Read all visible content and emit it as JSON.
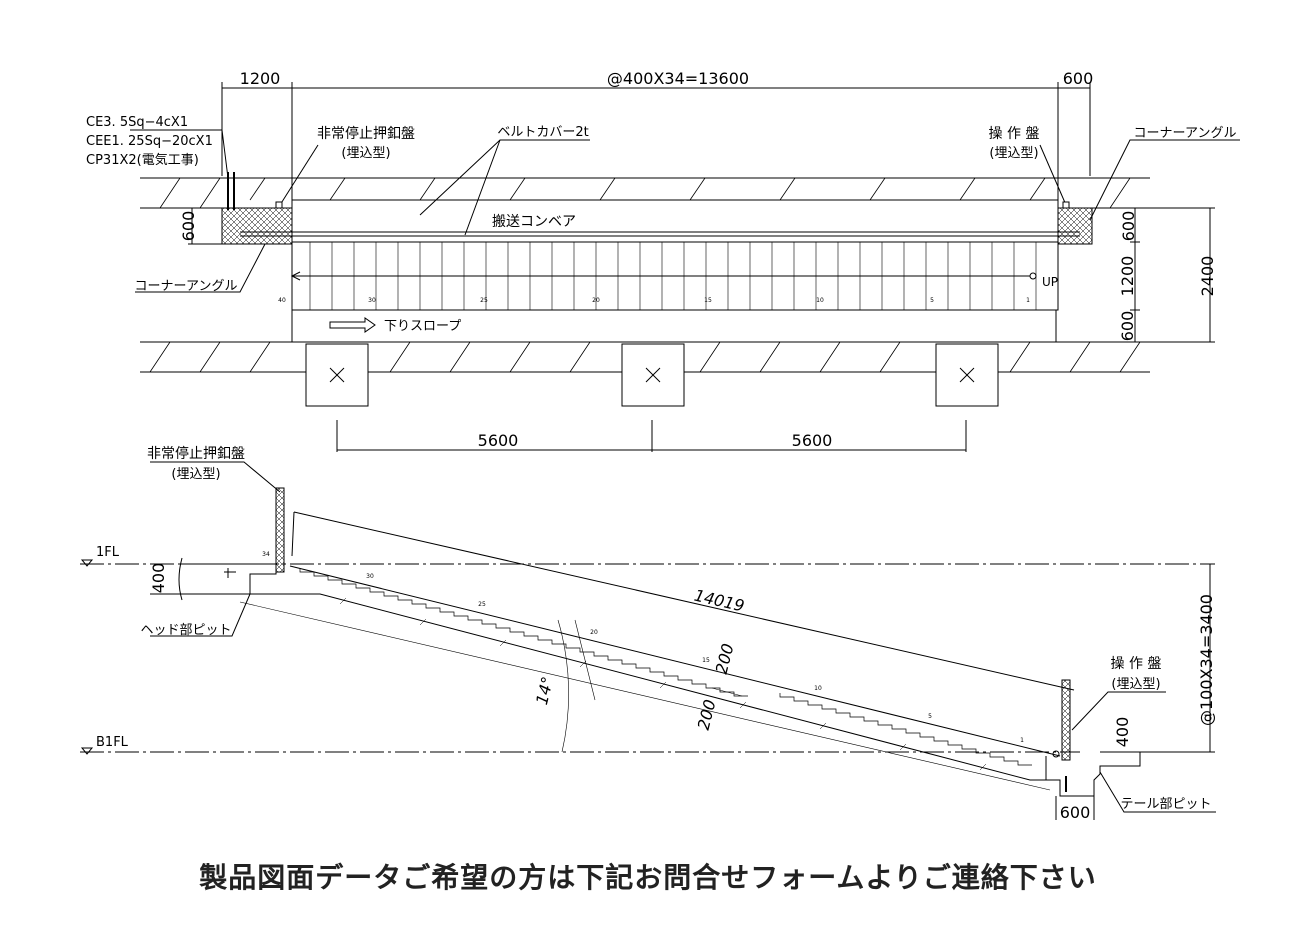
{
  "plan": {
    "dim_left": "1200",
    "dim_top": "@400X34=13600",
    "dim_right": "600",
    "cable_spec": [
      "CE3. 5Sq−4cX1",
      "CEE1. 25Sq−20cX1",
      "CP31X2(電気工事)"
    ],
    "emergency_label": "非常停止押釦盤",
    "emergency_sub": "(埋込型)",
    "belt_cover_label": "ベルトカバー2t",
    "control_label": "操 作 盤",
    "control_sub": "(埋込型)",
    "corner_angle_right": "コーナーアングル",
    "corner_angle_left": "コーナーアングル",
    "conveyor_label": "搬送コンベア",
    "up_label": "UP",
    "slope_label": "下りスロープ",
    "dim_v_600_left": "600",
    "dim_v_600_a": "600",
    "dim_v_1200": "1200",
    "dim_v_600_b": "600",
    "dim_v_2400": "2400",
    "step_numbers": [
      "40",
      "30",
      "25",
      "20",
      "15",
      "10",
      "5",
      "1"
    ],
    "pillar_span_1": "5600",
    "pillar_span_2": "5600"
  },
  "section": {
    "emergency_label": "非常停止押釦盤",
    "emergency_sub": "(埋込型)",
    "level_1fl": "1FL",
    "level_b1fl": "B1FL",
    "dim_400_left": "400",
    "head_pit_label": "ヘッド部ピット",
    "length_label": "14019",
    "angle_label": "14°",
    "dim_200_a": "200",
    "dim_200_b": "200",
    "control_label": "操 作 盤",
    "control_sub": "(埋込型)",
    "dim_400_right": "400",
    "dim_height": "@100X34=3400",
    "dim_600_bottom": "600",
    "tail_pit_label": "テール部ピット",
    "step_numbers": [
      "34",
      "30",
      "25",
      "20",
      "15",
      "10",
      "5",
      "1"
    ]
  },
  "caption": "製品図面データご希望の方は下記お問合せフォームよりご連絡下さい"
}
